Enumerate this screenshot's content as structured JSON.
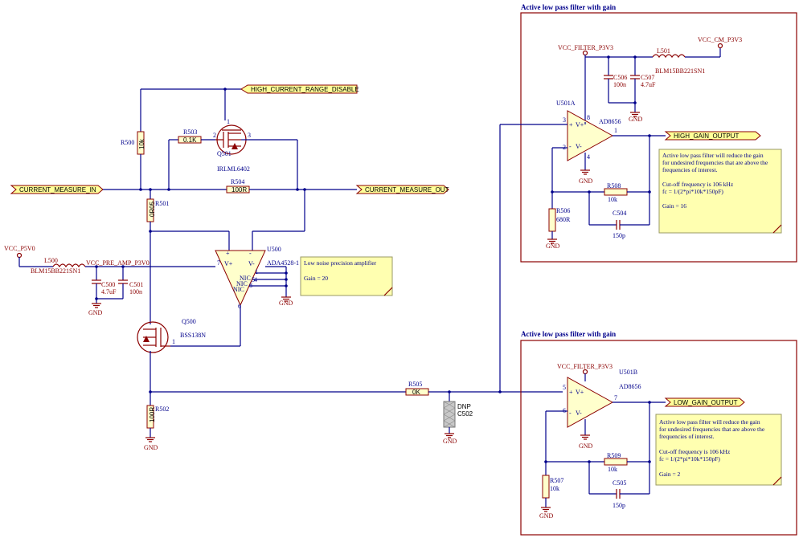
{
  "labels": {
    "blk_top_title": "Active low pass filter with gain",
    "blk_bot_title": "Active low pass filter with gain",
    "vcc_filter_top": "VCC_FILTER_P3V3",
    "vcc_cm": "VCC_CM_P3V3",
    "l501": "L501",
    "l501_val": "BLM15BB221SN1",
    "c506": "C506",
    "c506_val": "100n",
    "c507": "C507",
    "c507_val": "4.7uF",
    "gnd": "GND",
    "u501a": "U501A",
    "ad8656": "AD8656",
    "high_gain_output": "HIGH_GAIN_OUTPUT",
    "r508": "R508",
    "r508_val": "10k",
    "c504": "C504",
    "c504_val": "150p",
    "r506": "R506",
    "r506_val": "680R",
    "high_current_range_disable": "HIGH_CURRENT_RANGE_DISABLE",
    "r500": "R500",
    "r500_val": "10k",
    "r503": "R503",
    "r503_val": "0.1K",
    "q501": "Q501",
    "irlml6402": "IRLML6402",
    "current_measure_in": "CURRENT_MEASURE_IN",
    "current_measure_out": "CURRENT_MEASURE_OUT",
    "r504": "R504",
    "r504_val": "100R",
    "r501": "R501",
    "r501_val": "0R05",
    "vcc_p5v0": "VCC_P5V0",
    "l500": "L500",
    "l500_val": "BLM15BB221SN1",
    "vcc_pre_amp": "VCC_PRE_AMP_P3V0",
    "c500": "C500",
    "c500_val": "4.7uF",
    "c501": "C501",
    "c501_val": "100n",
    "u500": "U500",
    "ada4528": "ADA4528-1",
    "nic": "NIC",
    "q500": "Q500",
    "bss138": "BSS138N",
    "r502": "R502",
    "r502_val": "100R",
    "r505": "R505",
    "r505_val": "0K",
    "c502": "C502",
    "dnp": "DNP",
    "u501b": "U501B",
    "vcc_filter_bot": "VCC_FILTER_P3V3",
    "low_gain_output": "LOW_GAIN_OUTPUT",
    "r509": "R509",
    "r509_val": "10k",
    "c505": "C505",
    "c505_val": "150p",
    "r507": "R507",
    "r507_val": "10k"
  },
  "notes": {
    "top": {
      "lines": [
        "Active low pass filter will reduce the  gain",
        "for undesired frequencies that are above the",
        "frequencies of interest."
      ],
      "cutoff": "Cut-off frequency is 106 kHz",
      "formula": "fc = 1/(2*pi*10k*150pF)",
      "gain": "Gain = 16"
    },
    "bottom": {
      "lines": [
        "Active low pass filter will reduce the  gain",
        "for undesired frequencies that are above the",
        "frequencies of interest."
      ],
      "cutoff": "Cut-off frequency is 106 kHz",
      "formula": "fc = 1/(2*pi*10k*150pF)",
      "gain": "Gain = 2"
    },
    "preamp": {
      "title": "Low noise precision amplifier",
      "gain": "Gain = 20"
    }
  },
  "pins": {
    "p1": "1",
    "p2": "2",
    "p3": "3",
    "p4": "4",
    "p5": "5",
    "p6": "6",
    "p7": "7",
    "p8": "8"
  },
  "colors": {
    "wire": "#00008b",
    "component": "#8b0000",
    "note_fill": "#ffffb0",
    "port_fill": "#ffff99"
  }
}
